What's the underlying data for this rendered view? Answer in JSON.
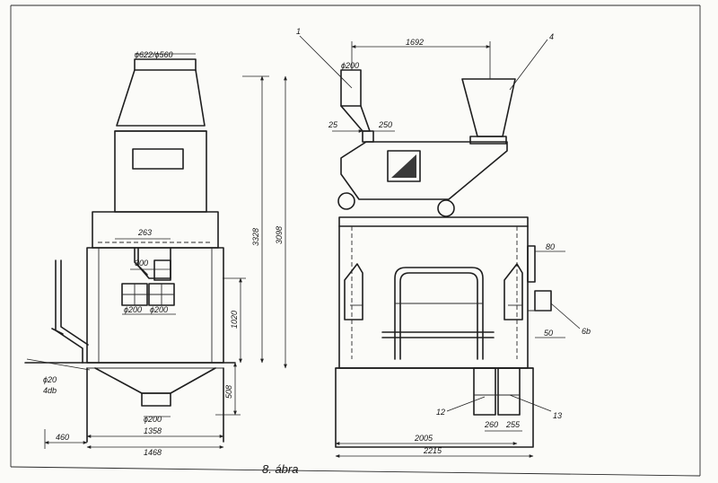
{
  "figure": {
    "caption": "8. ábra",
    "colors": {
      "ink": "#1e1e1e",
      "paper": "#fbfbf8"
    }
  },
  "front_view": {
    "hood_top_diameter": "ϕ622/ϕ560",
    "dim_263": "263",
    "dim_300": "300",
    "outlet_left": "ϕ200",
    "outlet_right": "ϕ200",
    "hopper_outlet": "ϕ200",
    "pipe_diameter": "ϕ20",
    "pipe_count": "4db",
    "dim_1020": "1020",
    "dim_508": "508",
    "dim_3328": "3328",
    "dim_3098": "3098",
    "dim_460": "460",
    "dim_1358": "1358",
    "dim_1468": "1468"
  },
  "side_view": {
    "dim_1692": "1692",
    "inlet_diameter": "ϕ200",
    "dim_25": "25",
    "dim_250": "250",
    "dim_80": "80",
    "dim_50": "50",
    "dim_260": "260",
    "dim_255": "255",
    "dim_2005": "2005",
    "dim_2215": "2215",
    "part_1": "1",
    "part_4": "4",
    "part_6b": "6b",
    "part_12": "12",
    "part_13": "13"
  }
}
